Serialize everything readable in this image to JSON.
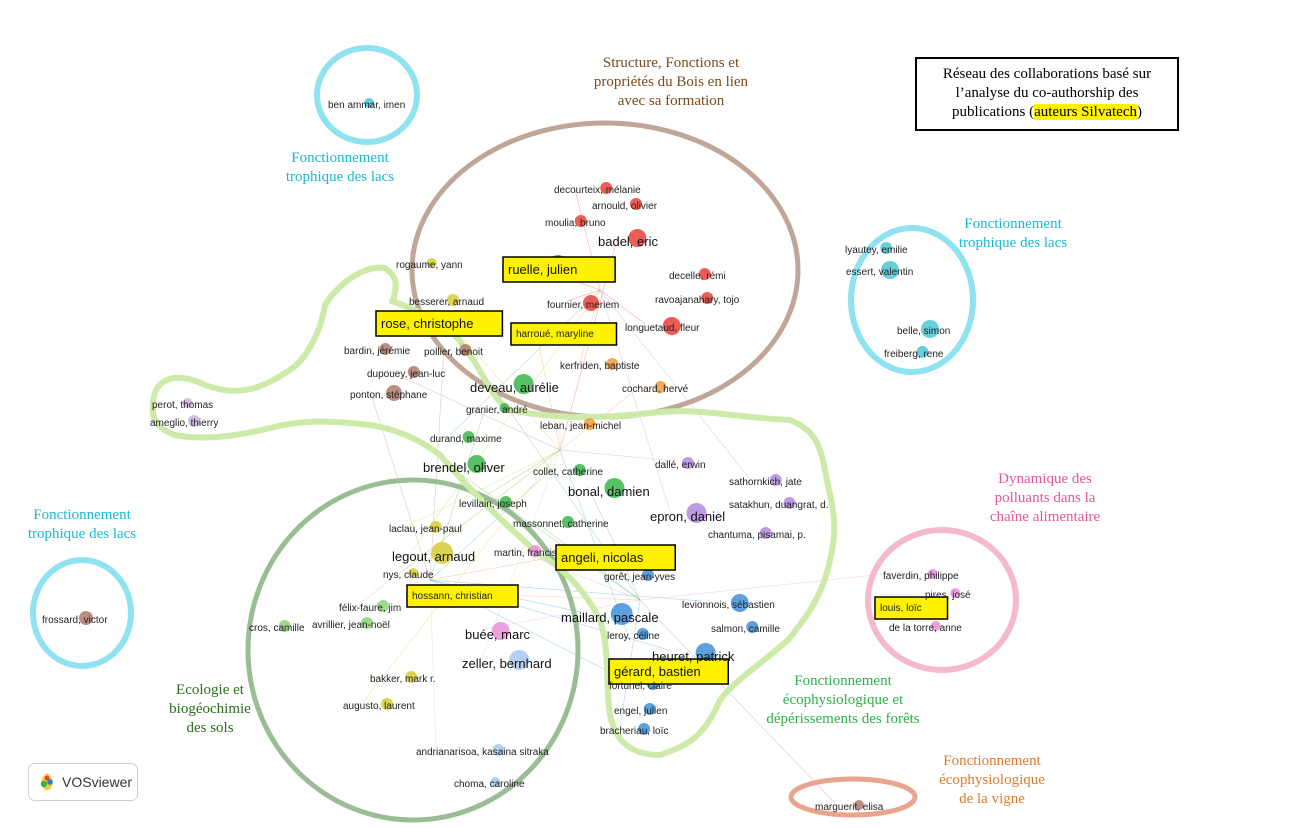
{
  "legend": {
    "line1": "Réseau des collaborations basé sur",
    "line2": "l’analyse du co-authorship des",
    "line3_pre": "publications (",
    "line3_hl": "auteurs Silvatech",
    "line3_post": ")"
  },
  "brand": {
    "name": "VOSviewer",
    "icon": "vosviewer-logo-icon"
  },
  "colors": {
    "red": "#e8413a",
    "green": "#3bb54a",
    "orange": "#f29a3a",
    "brown": "#b07a6a",
    "purple": "#b58adf",
    "blue": "#3f8fd8",
    "yellow": "#d5cc35",
    "pink": "#e98fd8",
    "cyan": "#4cc6d6",
    "lightblue": "#a8c8ee",
    "lightgreen": "#8fd27a",
    "lavender": "#c7b5e3",
    "highlight": "#fff200"
  },
  "clusters": [
    {
      "id": "bois",
      "lines": [
        "Structure, Fonctions et",
        "propriétés du Bois en lien",
        "avec sa formation"
      ],
      "color": "#7a4a1e"
    },
    {
      "id": "lacs1",
      "lines": [
        "Fonctionnement",
        "trophique des lacs"
      ],
      "color": "#1ab8d6"
    },
    {
      "id": "lacs2",
      "lines": [
        "Fonctionnement",
        "trophique des lacs"
      ],
      "color": "#1ab8d6"
    },
    {
      "id": "lacs3",
      "lines": [
        "Fonctionnement",
        "trophique des lacs"
      ],
      "color": "#1ab8d6"
    },
    {
      "id": "polluants",
      "lines": [
        "Dynamique des",
        "polluants dans la",
        "chaîne alimentaire"
      ],
      "color": "#e8569a"
    },
    {
      "id": "sols",
      "lines": [
        "Ecologie et",
        "biogéochimie",
        "des sols"
      ],
      "color": "#2a6e1e"
    },
    {
      "id": "forets",
      "lines": [
        "Fonctionnement",
        "écophysiologique et",
        "dépérissements des forêts"
      ],
      "color": "#2bb24a"
    },
    {
      "id": "vigne",
      "lines": [
        "Fonctionnement",
        "écophysiologique",
        "de la vigne"
      ],
      "color": "#e07a2a"
    }
  ],
  "authors": [
    {
      "name": "ben ammar, imen",
      "big": false,
      "hl": false
    },
    {
      "name": "decourteix, mélanie",
      "big": false,
      "hl": false
    },
    {
      "name": "arnould, olivier",
      "big": false,
      "hl": false
    },
    {
      "name": "moulia, bruno",
      "big": false,
      "hl": false
    },
    {
      "name": "badel, eric",
      "big": true,
      "hl": false
    },
    {
      "name": "ruelle, julien",
      "big": true,
      "hl": true
    },
    {
      "name": "rogaume, yann",
      "big": false,
      "hl": false
    },
    {
      "name": "decelle, rémi",
      "big": false,
      "hl": false
    },
    {
      "name": "besserer, arnaud",
      "big": false,
      "hl": false
    },
    {
      "name": "fournier, meriem",
      "big": false,
      "hl": false
    },
    {
      "name": "ravoajanahary, tojo",
      "big": false,
      "hl": false
    },
    {
      "name": "rose, christophe",
      "big": true,
      "hl": true
    },
    {
      "name": "harroué, maryline",
      "big": false,
      "hl": true
    },
    {
      "name": "longuetaud, fleur",
      "big": false,
      "hl": false
    },
    {
      "name": "bardin, jérémie",
      "big": false,
      "hl": false
    },
    {
      "name": "pollier, benoit",
      "big": false,
      "hl": false
    },
    {
      "name": "dupouey, jean-luc",
      "big": false,
      "hl": false
    },
    {
      "name": "kerfriden, baptiste",
      "big": false,
      "hl": false
    },
    {
      "name": "deveau, aurélie",
      "big": true,
      "hl": false
    },
    {
      "name": "ponton, stéphane",
      "big": false,
      "hl": false
    },
    {
      "name": "cochard, hervé",
      "big": false,
      "hl": false
    },
    {
      "name": "perot, thomas",
      "big": false,
      "hl": false
    },
    {
      "name": "ameglio, thierry",
      "big": false,
      "hl": false
    },
    {
      "name": "granier, andré",
      "big": false,
      "hl": false
    },
    {
      "name": "leban, jean-michel",
      "big": false,
      "hl": false
    },
    {
      "name": "durand, maxime",
      "big": false,
      "hl": false
    },
    {
      "name": "brendel, oliver",
      "big": true,
      "hl": false
    },
    {
      "name": "collet, catherine",
      "big": false,
      "hl": false
    },
    {
      "name": "dallé, erwin",
      "big": false,
      "hl": false
    },
    {
      "name": "sathornkich, jate",
      "big": false,
      "hl": false
    },
    {
      "name": "bonal, damien",
      "big": true,
      "hl": false
    },
    {
      "name": "satakhun, duangrat, d.",
      "big": false,
      "hl": false
    },
    {
      "name": "levillain, joseph",
      "big": false,
      "hl": false
    },
    {
      "name": "epron, daniel",
      "big": true,
      "hl": false
    },
    {
      "name": "massonnet, catherine",
      "big": false,
      "hl": false
    },
    {
      "name": "chantuma, pisamai, p.",
      "big": false,
      "hl": false
    },
    {
      "name": "laclau, jean-paul",
      "big": false,
      "hl": false
    },
    {
      "name": "legout, arnaud",
      "big": true,
      "hl": false
    },
    {
      "name": "martin, francis",
      "big": false,
      "hl": false
    },
    {
      "name": "angeli, nicolas",
      "big": true,
      "hl": true
    },
    {
      "name": "nys, claude",
      "big": false,
      "hl": false
    },
    {
      "name": "gorêt, jean-yves",
      "big": false,
      "hl": false
    },
    {
      "name": "hossann, christian",
      "big": false,
      "hl": true
    },
    {
      "name": "levionnois, sébastien",
      "big": false,
      "hl": false
    },
    {
      "name": "félix-faure, jim",
      "big": false,
      "hl": false
    },
    {
      "name": "cros, camille",
      "big": false,
      "hl": false
    },
    {
      "name": "avrillier, jean-noël",
      "big": false,
      "hl": false
    },
    {
      "name": "maillard, pascale",
      "big": true,
      "hl": false
    },
    {
      "name": "leroy, céline",
      "big": false,
      "hl": false
    },
    {
      "name": "salmon, camille",
      "big": false,
      "hl": false
    },
    {
      "name": "buée, marc",
      "big": true,
      "hl": false
    },
    {
      "name": "heuret, patrick",
      "big": true,
      "hl": false
    },
    {
      "name": "zeller, bernhard",
      "big": true,
      "hl": false
    },
    {
      "name": "gérard, bastien",
      "big": true,
      "hl": true
    },
    {
      "name": "bakker, mark r.",
      "big": false,
      "hl": false
    },
    {
      "name": "fortunel, claire",
      "big": false,
      "hl": false
    },
    {
      "name": "augusto, laurent",
      "big": false,
      "hl": false
    },
    {
      "name": "engel, julien",
      "big": false,
      "hl": false
    },
    {
      "name": "bracheriau, loïc",
      "big": false,
      "hl": false
    },
    {
      "name": "andrianarisoa, kasaina sitraka",
      "big": false,
      "hl": false
    },
    {
      "name": "choma, caroline",
      "big": false,
      "hl": false
    },
    {
      "name": "frossard, victor",
      "big": false,
      "hl": false
    },
    {
      "name": "lyautey, emilie",
      "big": false,
      "hl": false
    },
    {
      "name": "essert, valentin",
      "big": false,
      "hl": false
    },
    {
      "name": "belle, simon",
      "big": false,
      "hl": false
    },
    {
      "name": "freiberg, rene",
      "big": false,
      "hl": false
    },
    {
      "name": "faverdin, philippe",
      "big": false,
      "hl": false
    },
    {
      "name": "pires, josé",
      "big": false,
      "hl": false
    },
    {
      "name": "louis, loïc",
      "big": false,
      "hl": true
    },
    {
      "name": "de la torre, anne",
      "big": false,
      "hl": false
    },
    {
      "name": "marguerit, elisa",
      "big": false,
      "hl": false
    }
  ]
}
